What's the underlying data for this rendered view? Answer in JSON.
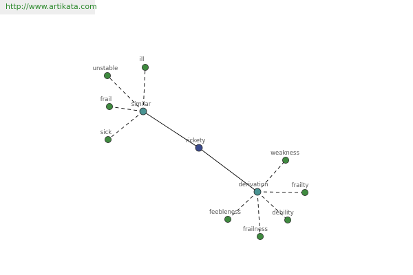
{
  "header": {
    "url": "http://www.artikata.com"
  },
  "graph": {
    "colors": {
      "root": "#3b4a8c",
      "hub": "#4a9493",
      "leaf": "#3f8a3f",
      "node_stroke": "#2a2a2a",
      "edge": "#000000"
    },
    "nodes": [
      {
        "id": "rickety",
        "label": "rickety",
        "kind": "root"
      },
      {
        "id": "similar",
        "label": "similar",
        "kind": "hub"
      },
      {
        "id": "derivation",
        "label": "derivation",
        "kind": "hub"
      },
      {
        "id": "ill",
        "label": "ill",
        "kind": "leaf"
      },
      {
        "id": "unstable",
        "label": "unstable",
        "kind": "leaf"
      },
      {
        "id": "frail",
        "label": "frail",
        "kind": "leaf"
      },
      {
        "id": "sick",
        "label": "sick",
        "kind": "leaf"
      },
      {
        "id": "weakness",
        "label": "weakness",
        "kind": "leaf"
      },
      {
        "id": "frailty",
        "label": "frailty",
        "kind": "leaf"
      },
      {
        "id": "debility",
        "label": "debility",
        "kind": "leaf"
      },
      {
        "id": "frailness",
        "label": "frailness",
        "kind": "leaf"
      },
      {
        "id": "feebleness",
        "label": "feebleness",
        "kind": "leaf"
      }
    ],
    "edges": [
      {
        "from": "similar",
        "to": "rickety",
        "style": "solid"
      },
      {
        "from": "rickety",
        "to": "derivation",
        "style": "solid"
      },
      {
        "from": "similar",
        "to": "ill",
        "style": "dashed"
      },
      {
        "from": "similar",
        "to": "unstable",
        "style": "dashed"
      },
      {
        "from": "similar",
        "to": "frail",
        "style": "dashed"
      },
      {
        "from": "similar",
        "to": "sick",
        "style": "dashed"
      },
      {
        "from": "derivation",
        "to": "weakness",
        "style": "dashed"
      },
      {
        "from": "derivation",
        "to": "frailty",
        "style": "dashed"
      },
      {
        "from": "derivation",
        "to": "debility",
        "style": "dashed"
      },
      {
        "from": "derivation",
        "to": "frailness",
        "style": "dashed"
      },
      {
        "from": "derivation",
        "to": "feebleness",
        "style": "dashed"
      }
    ]
  }
}
